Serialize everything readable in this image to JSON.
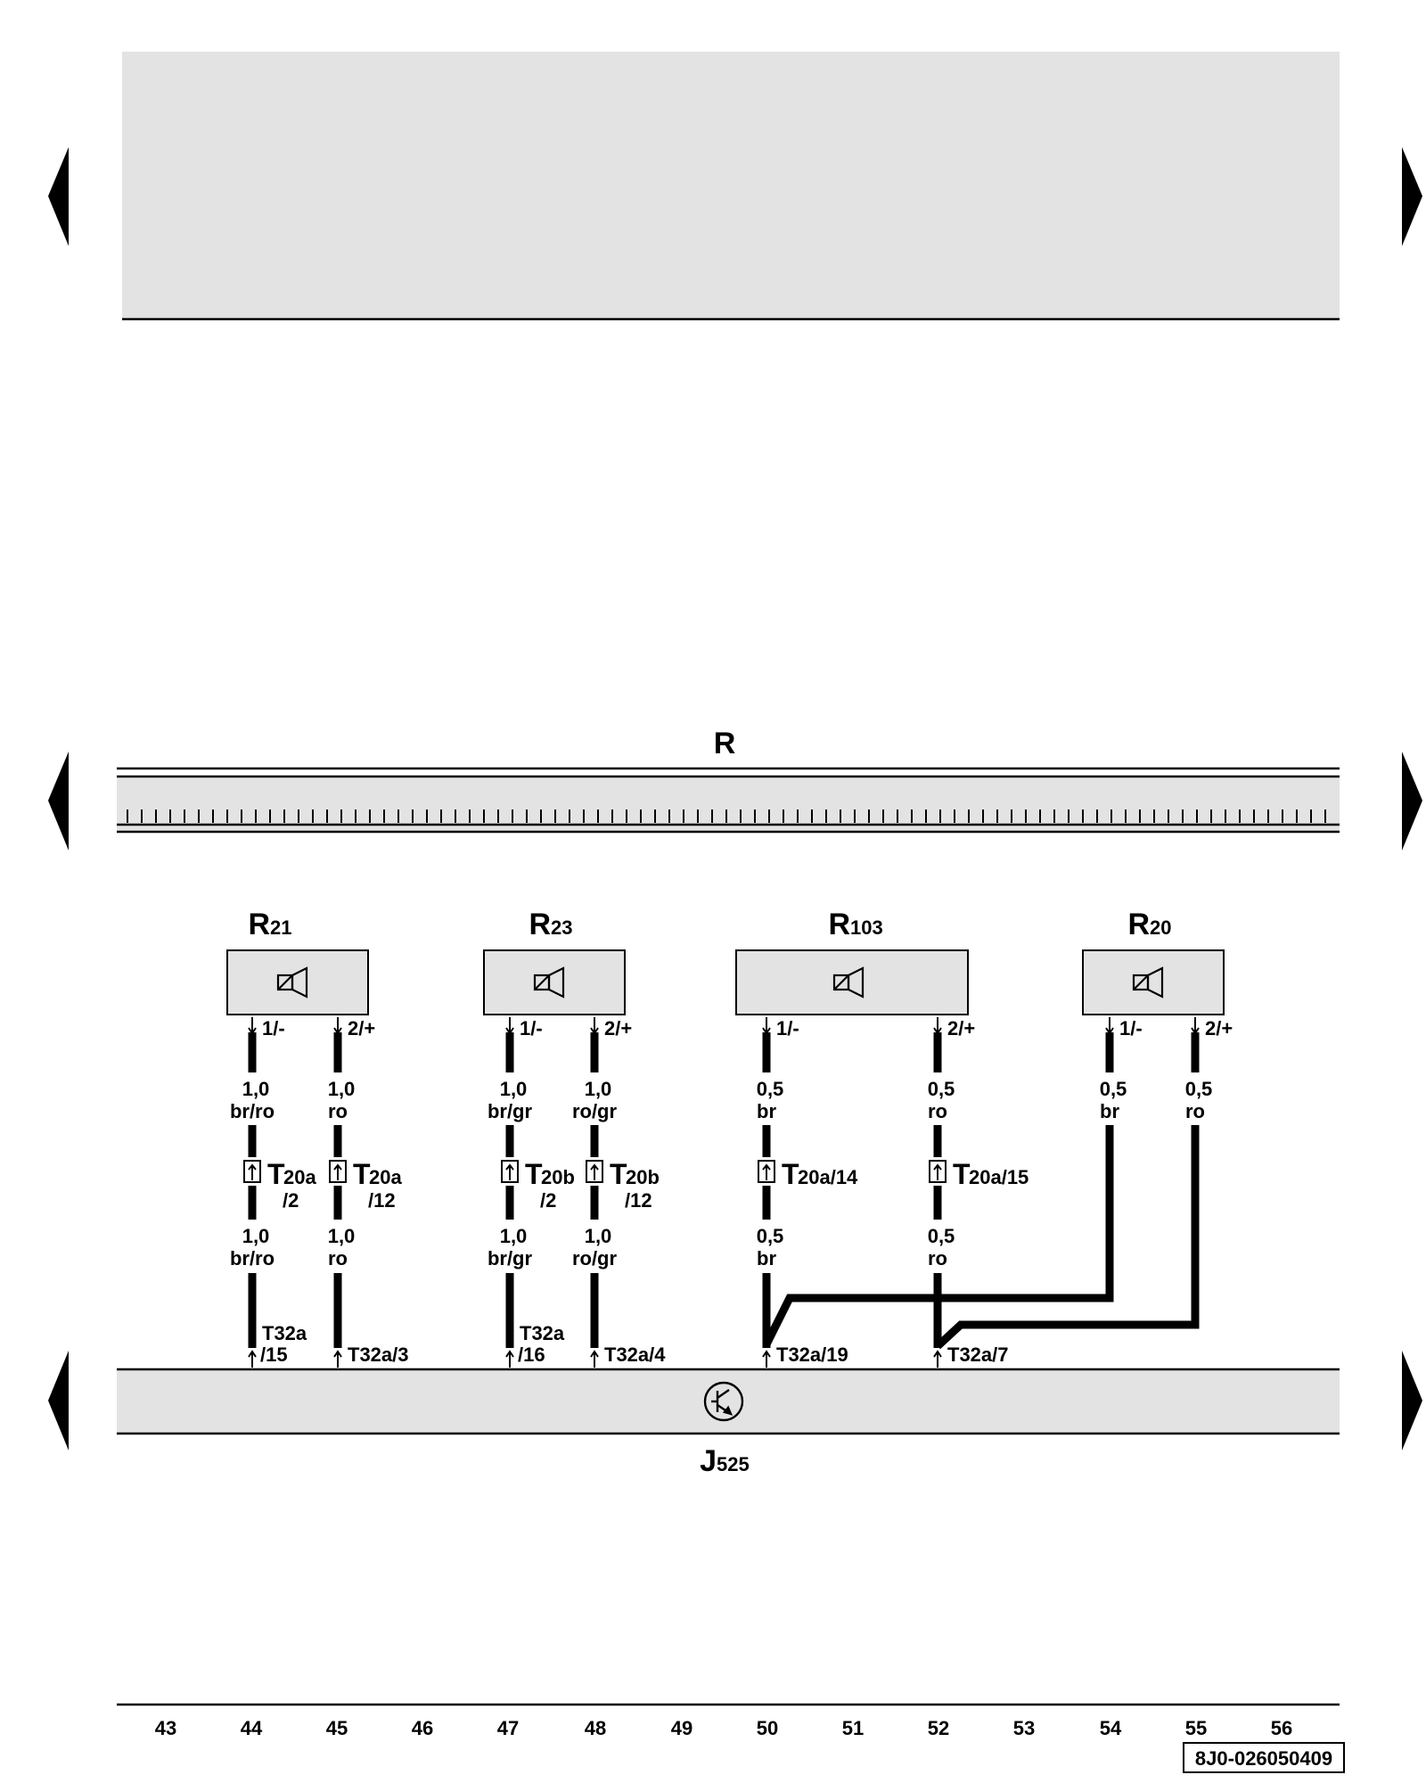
{
  "unit": {
    "name": "R",
    "bottom_unit": {
      "name": "J",
      "sub": "525"
    }
  },
  "speakers": [
    {
      "name": "R",
      "sub": "21",
      "pins": [
        {
          "pin": "1/-",
          "size_top": "1,0",
          "color_top": "br/ro",
          "conn_name": "T",
          "conn_sub": "20a",
          "conn_pin": "/2",
          "size_bot": "1,0",
          "color_bot": "br/ro",
          "t32_a": "T32a",
          "t32_b": "/15"
        },
        {
          "pin": "2/+",
          "size_top": "1,0",
          "color_top": "ro",
          "conn_name": "T",
          "conn_sub": "20a",
          "conn_pin": "/12",
          "size_bot": "1,0",
          "color_bot": "ro",
          "t32": "T32a/3"
        }
      ]
    },
    {
      "name": "R",
      "sub": "23",
      "pins": [
        {
          "pin": "1/-",
          "size_top": "1,0",
          "color_top": "br/gr",
          "conn_name": "T",
          "conn_sub": "20b",
          "conn_pin": "/2",
          "size_bot": "1,0",
          "color_bot": "br/gr",
          "t32_a": "T32a",
          "t32_b": "/16"
        },
        {
          "pin": "2/+",
          "size_top": "1,0",
          "color_top": "ro/gr",
          "conn_name": "T",
          "conn_sub": "20b",
          "conn_pin": "/12",
          "size_bot": "1,0",
          "color_bot": "ro/gr",
          "t32": "T32a/4"
        }
      ]
    },
    {
      "name": "R",
      "sub": "103",
      "pins": [
        {
          "pin": "1/-",
          "size_top": "0,5",
          "color_top": "br",
          "conn_name": "T",
          "conn_sub": "20a/14",
          "size_bot": "0,5",
          "color_bot": "br",
          "t32": "T32a/19"
        },
        {
          "pin": "2/+",
          "size_top": "0,5",
          "color_top": "ro",
          "conn_name": "T",
          "conn_sub": "20a/15",
          "size_bot": "0,5",
          "color_bot": "ro",
          "t32": "T32a/7"
        }
      ]
    },
    {
      "name": "R",
      "sub": "20",
      "pins": [
        {
          "pin": "1/-",
          "size_top": "0,5",
          "color_top": "br"
        },
        {
          "pin": "2/+",
          "size_top": "0,5",
          "color_top": "ro"
        }
      ]
    }
  ],
  "tracks": [
    "43",
    "44",
    "45",
    "46",
    "47",
    "48",
    "49",
    "50",
    "51",
    "52",
    "53",
    "54",
    "55",
    "56"
  ],
  "doc_id": "8J0-026050409"
}
